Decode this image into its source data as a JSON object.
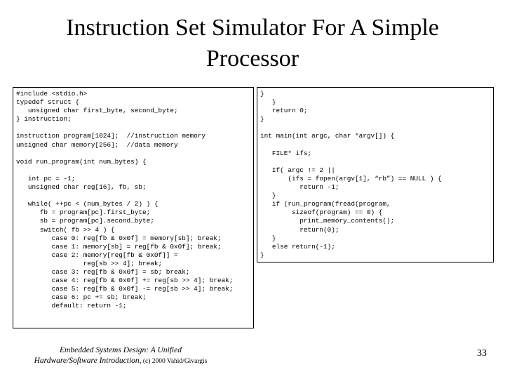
{
  "slide": {
    "title_line1": "Instruction Set Simulator For A Simple",
    "title_line2": "Processor",
    "code_left": "#include <stdio.h>\ntypedef struct {\n   unsigned char first_byte, second_byte;\n} instruction;\n\ninstruction program[1024];  //instruction memory\nunsigned char memory[256];  //data memory\n\nvoid run_program(int num_bytes) {\n\n   int pc = -1;\n   unsigned char reg[16], fb, sb;\n\n   while( ++pc < (num_bytes / 2) ) {\n      fb = program[pc].first_byte;\n      sb = program[pc].second_byte;\n      switch( fb >> 4 ) {\n         case 0: reg[fb & 0x0f] = memory[sb]; break;\n         case 1: memory[sb] = reg[fb & 0x0f]; break;\n         case 2: memory[reg[fb & 0x0f]] =\n                 reg[sb >> 4]; break;\n         case 3: reg[fb & 0x0f] = sb; break;\n         case 4: reg[fb & 0x0f] += reg[sb >> 4]; break;\n         case 5: reg[fb & 0x0f] -= reg[sb >> 4]; break;\n         case 6: pc += sb; break;\n         default: return -1;",
    "code_right": "}\n   }\n   return 0;\n}\n\nint main(int argc, char *argv[]) {\n\n   FILE* ifs;\n\n   If( argc != 2 ||\n       (ifs = fopen(argv[1], “rb”) == NULL ) {\n          return -1;\n   }\n   if (run_program(fread(program,\n        sizeof(program) == 0) {\n          print_memory_contents();\n          return(0);\n   }\n   else return(-1);\n}",
    "footer_line1": "Embedded Systems Design: A Unified",
    "footer_line2_italic": "Hardware/Software Introduction,",
    "footer_line2_small": " (c) 2000 Vahid/Givargis",
    "page_number": "33"
  }
}
